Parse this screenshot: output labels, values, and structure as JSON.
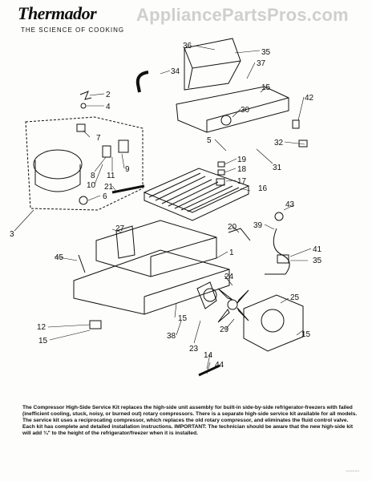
{
  "header": {
    "brand": "Thermador",
    "tagline": "THE SCIENCE OF COOKING",
    "watermark": "AppliancePartsPros.com"
  },
  "callouts": [
    {
      "id": "c36",
      "label": "36"
    },
    {
      "id": "c35a",
      "label": "35"
    },
    {
      "id": "c34",
      "label": "34"
    },
    {
      "id": "c37",
      "label": "37"
    },
    {
      "id": "c2",
      "label": "2"
    },
    {
      "id": "c4",
      "label": "4"
    },
    {
      "id": "c15a",
      "label": "15"
    },
    {
      "id": "c42",
      "label": "42"
    },
    {
      "id": "c30",
      "label": "30"
    },
    {
      "id": "c7",
      "label": "7"
    },
    {
      "id": "c5",
      "label": "5"
    },
    {
      "id": "c32",
      "label": "32"
    },
    {
      "id": "c8",
      "label": "8"
    },
    {
      "id": "c11",
      "label": "11"
    },
    {
      "id": "c9",
      "label": "9"
    },
    {
      "id": "c19",
      "label": "19"
    },
    {
      "id": "c31",
      "label": "31"
    },
    {
      "id": "c18",
      "label": "18"
    },
    {
      "id": "c10",
      "label": "10"
    },
    {
      "id": "c17",
      "label": "17"
    },
    {
      "id": "c21",
      "label": "21"
    },
    {
      "id": "c16",
      "label": "16"
    },
    {
      "id": "c6",
      "label": "6"
    },
    {
      "id": "c43",
      "label": "43"
    },
    {
      "id": "c3",
      "label": "3"
    },
    {
      "id": "c20",
      "label": "20"
    },
    {
      "id": "c27",
      "label": "27"
    },
    {
      "id": "c39",
      "label": "39"
    },
    {
      "id": "c1",
      "label": "1"
    },
    {
      "id": "c45",
      "label": "45"
    },
    {
      "id": "c41",
      "label": "41"
    },
    {
      "id": "c35b",
      "label": "35"
    },
    {
      "id": "c24",
      "label": "24"
    },
    {
      "id": "c25",
      "label": "25"
    },
    {
      "id": "c12",
      "label": "12"
    },
    {
      "id": "c15b",
      "label": "15"
    },
    {
      "id": "c38",
      "label": "38"
    },
    {
      "id": "c15c",
      "label": "15"
    },
    {
      "id": "c29",
      "label": "29"
    },
    {
      "id": "c15d",
      "label": "15"
    },
    {
      "id": "c23",
      "label": "23"
    },
    {
      "id": "c14",
      "label": "14"
    },
    {
      "id": "c44",
      "label": "44"
    }
  ],
  "caption": "The Compressor High-Side Service Kit replaces the high-side unit assembly for built-in side-by-side refrigerator-freezers with failed (inefficient cooling, stuck, noisy, or burned out) rotary compressors. There is a separate high-side service kit available for all models. The service kit uses a reciprocating compressor, which replaces the old rotary compressor, and eliminates the fluid control valve. Each kit has complete and detailed installation instructions. IMPORTANT: The technician should be aware that the new high-side kit will add ¾\" to the height of the refrigerator/freezer when it is installed.",
  "footer_code": "............"
}
